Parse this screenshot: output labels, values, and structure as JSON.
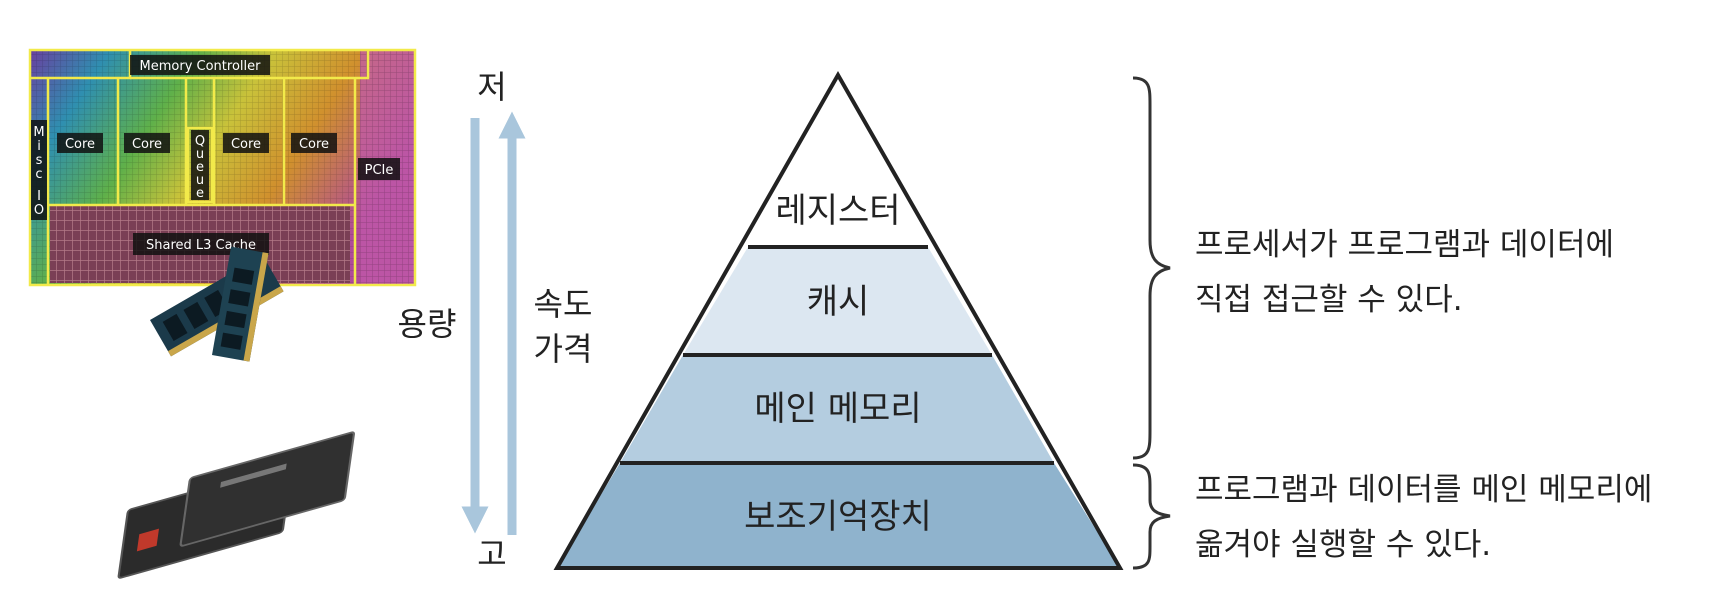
{
  "chip": {
    "memory_controller": "Memory Controller",
    "cores": [
      "Core",
      "Core",
      "Core",
      "Core"
    ],
    "queue_letters": [
      "Q",
      "u",
      "e",
      "u",
      "e"
    ],
    "misc_letters": [
      "M",
      "i",
      "s",
      "c"
    ],
    "io_letters": [
      "I",
      "O"
    ],
    "pcie": "PCIe",
    "l3": "Shared L3 Cache"
  },
  "axis": {
    "top": "저",
    "bottom": "고",
    "capacity": "용량",
    "speed": "속도",
    "price": "가격"
  },
  "pyramid": {
    "tiers": [
      {
        "label": "레지스터",
        "color": "#ffffff"
      },
      {
        "label": "캐시",
        "color": "#dce7f1"
      },
      {
        "label": "메인 메모리",
        "color": "#b4cde0"
      },
      {
        "label": "보조기억장치",
        "color": "#8fb3cd"
      }
    ]
  },
  "notes": {
    "upper": [
      "프로세서가 프로그램과 데이터에",
      "직접 접근할 수 있다."
    ],
    "lower": [
      "프로그램과 데이터를 메인 메모리에",
      "옮겨야 실행할 수 있다."
    ]
  },
  "colors": {
    "arrow": "#a9c6dc",
    "outline": "#222222"
  }
}
